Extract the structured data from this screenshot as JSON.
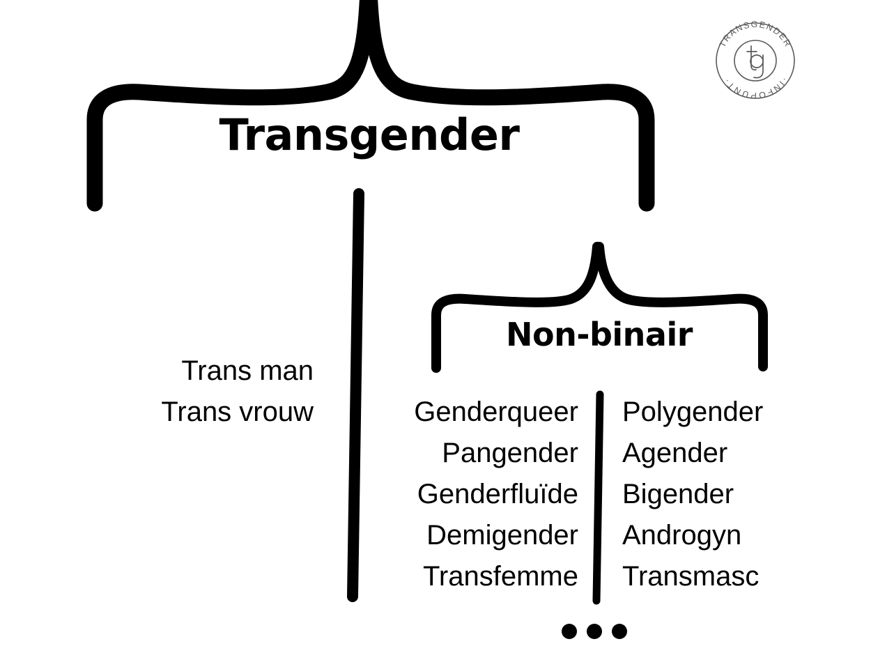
{
  "theme": {
    "background": "#ffffff",
    "ink": "#000000"
  },
  "diagram": {
    "type": "bracket-hierarchy",
    "root": {
      "label": "Transgender",
      "bracket": "large-curly-brace-top"
    },
    "branches": [
      {
        "name": "binary-identities",
        "align": "right",
        "items": [
          "Trans man",
          "Trans vrouw"
        ]
      },
      {
        "name": "non-binary",
        "label": "Non-binair",
        "bracket": "curly-brace-top",
        "columns": [
          {
            "name": "non-binary-left-column",
            "align": "right",
            "items": [
              "Genderqueer",
              "Pangender",
              "Genderfluïde",
              "Demigender",
              "Transfemme"
            ]
          },
          {
            "name": "non-binary-right-column",
            "align": "left",
            "items": [
              "Polygender",
              "Agender",
              "Bigender",
              "Androgyn",
              "Transmasc"
            ]
          }
        ],
        "continuation": "•••"
      }
    ]
  },
  "logo": {
    "name": "transgender-infopunt-stamp",
    "top_arc_text": "TRANSGENDER",
    "bottom_arc_text": "INFOPUNT",
    "monogram": "tg",
    "separator": "·",
    "stroke_color": "#5a5a5a"
  },
  "icons": {
    "ellipsis": "ellipsis-dots-icon",
    "divider": "vertical-divider-line"
  }
}
